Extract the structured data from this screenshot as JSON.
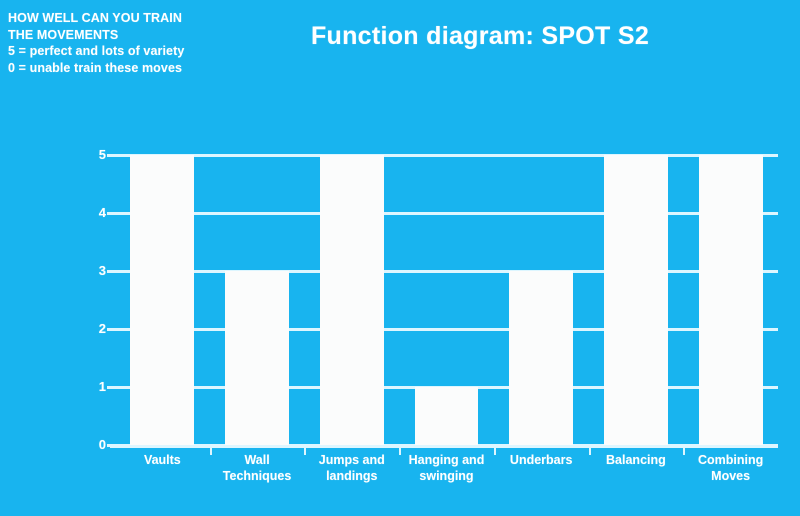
{
  "chart_data": {
    "type": "bar",
    "title": "Function diagram: SPOT S2",
    "xlabel": "",
    "ylabel": "",
    "ylim": [
      0,
      5
    ],
    "yticks": [
      0,
      1,
      2,
      3,
      4,
      5
    ],
    "grid": true,
    "legend_position": "top-left",
    "bar_color": "#fbfcfc",
    "background_color": "#18b4ef",
    "text_color": "#ffffff",
    "categories": [
      "Vaults",
      "Wall Techniques",
      "Jumps and landings",
      "Hanging and swinging",
      "Underbars",
      "Balancing",
      "Combining Moves"
    ],
    "values": [
      5,
      3,
      5,
      1,
      3,
      5,
      5
    ],
    "annotations": [
      "HOW WELL CAN YOU TRAIN",
      "THE MOVEMENTS",
      "5 = perfect and lots of variety",
      "0 = unable train these moves"
    ]
  },
  "caption": {
    "line1": "HOW WELL CAN YOU TRAIN",
    "line2": "THE MOVEMENTS",
    "line3": "5 = perfect and lots of variety",
    "line4": "0 = unable train these moves"
  },
  "xlabel_lines": [
    [
      "Vaults"
    ],
    [
      "Wall",
      "Techniques"
    ],
    [
      "Jumps and",
      "landings"
    ],
    [
      "Hanging and",
      "swinging"
    ],
    [
      "Underbars"
    ],
    [
      "Balancing"
    ],
    [
      "Combining",
      "Moves"
    ]
  ],
  "ytick_labels": [
    "5",
    "4",
    "3",
    "2",
    "1",
    "0"
  ]
}
